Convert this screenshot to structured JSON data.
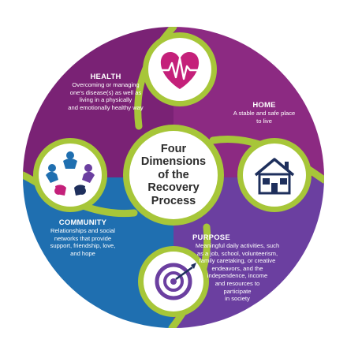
{
  "center": {
    "title": "Four\nDimensions\nof the\nRecovery\nProcess"
  },
  "dimensions": [
    {
      "key": "health",
      "title": "HEALTH",
      "description": "Overcoming or managing\none's disease(s) as well as\nliving in a physically\nand emotionally healthy way",
      "icon": "heart-heartbeat-icon",
      "color": "#7a2275"
    },
    {
      "key": "home",
      "title": "HOME",
      "description": "A stable and safe place\nto live",
      "icon": "house-icon",
      "color": "#8c2a82"
    },
    {
      "key": "purpose",
      "title": "PURPOSE",
      "description": "Meaningful daily activities, such\nas a job, school, volunteerism,\nfamily caretaking, or creative\nendeavors, and the\nindependence, income\nand resources to\nparticipate\nin society",
      "icon": "target-icon",
      "color": "#6b3fa0"
    },
    {
      "key": "community",
      "title": "COMMUNITY",
      "description": "Relationships and social\nnetworks that provide\nsupport, friendship, love,\nand hope",
      "icon": "people-circle-icon",
      "color": "#1f6fb0"
    }
  ],
  "colors": {
    "accent_green": "#a7c639",
    "health": "#7a2275",
    "home": "#8c2a82",
    "purpose": "#6b3fa0",
    "community": "#1f6fb0",
    "icon_pink": "#c4207a",
    "icon_navy": "#1e2f5c",
    "icon_purple": "#6b3fa0"
  }
}
